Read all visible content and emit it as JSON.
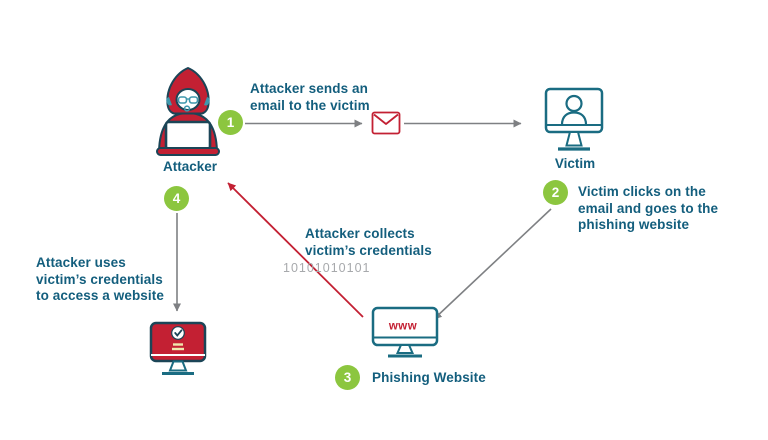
{
  "diagram": {
    "name": "phishing-attack-flow",
    "labels": {
      "attacker": "Attacker",
      "victim": "Victim",
      "phishing_website": "Phishing Website",
      "www": "www",
      "collects": "Attacker collects\nvictim’s credentials",
      "binary": "10101010101"
    },
    "steps": [
      {
        "number": "1",
        "text": "Attacker sends an\nemail to the victim"
      },
      {
        "number": "2",
        "text": "Victim clicks on the\nemail and goes to the\nphishing website"
      },
      {
        "number": "3",
        "text": "Phishing Website"
      },
      {
        "number": "4",
        "text": "Attacker uses\nvictim’s credentials\nto access a website"
      }
    ],
    "colors": {
      "brand_red": "#C32033",
      "outline_navy": "#1B4557",
      "teal": "#1A6C82",
      "glasses_teal": "#3E97AC",
      "step_green": "#8CC63F",
      "text_teal": "#135E7D",
      "arrow_gray": "#7E8083",
      "binary_gray": "#A7A9AC"
    }
  }
}
